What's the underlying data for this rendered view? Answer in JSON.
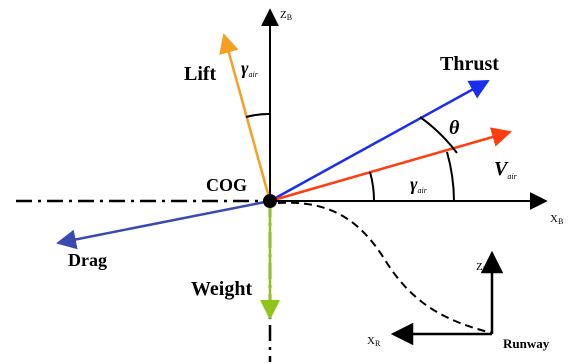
{
  "colors": {
    "thrust": "#1a2ef0",
    "v_air": "#ff3d10",
    "lift": "#f5a020",
    "drag": "#3a4ab0",
    "weight": "#8fc41a",
    "axis": "#000000"
  },
  "labels": {
    "thrust": "Thrust",
    "lift": "Lift",
    "drag": "Drag",
    "weight": "Weight",
    "cog": "COG",
    "runway": "Runway",
    "theta": "θ",
    "v_main": "V",
    "v_sub": "air",
    "gamma_main": "γ",
    "gamma_sub": "air"
  },
  "axes": {
    "zb_main": "Z",
    "zb_sub": "B",
    "xb_main": "X",
    "xb_sub": "B",
    "zr_main": "Z",
    "zr_sub": "R",
    "xr_main": "X",
    "xr_sub": "R"
  }
}
